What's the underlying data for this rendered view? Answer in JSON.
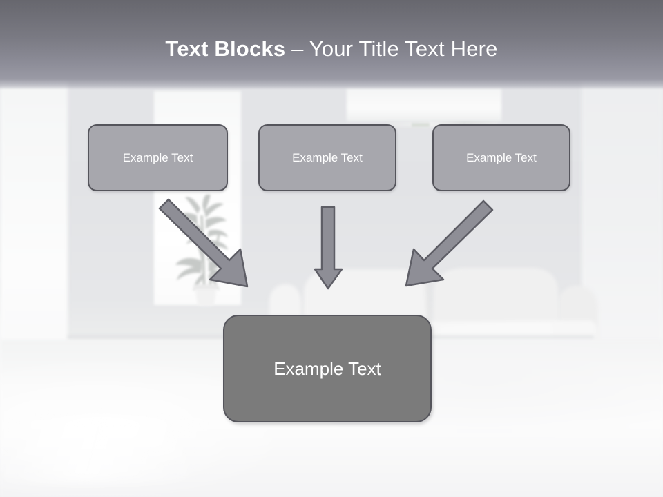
{
  "slide": {
    "title": {
      "bold_part": "Text Blocks ",
      "dash": "– ",
      "light_part": "Your Title Text Here"
    },
    "theme": {
      "header_top_color": "#67676e",
      "header_bottom_color": "#9a9aa5",
      "box_fill": "#a7a7ad",
      "box_border": "#55555c",
      "result_fill": "#7b7b7b",
      "arrow_fill": "#8e8e96",
      "arrow_stroke": "#5e5e66",
      "text_color": "#ffffff",
      "background_color": "#f2f3f4"
    },
    "top_boxes": [
      {
        "label": "Example Text"
      },
      {
        "label": "Example Text"
      },
      {
        "label": "Example Text"
      }
    ],
    "result_box": {
      "label": "Example Text"
    },
    "arrows": [
      {
        "name": "arrow-diagonal-down-right",
        "direction": "down-right"
      },
      {
        "name": "arrow-down",
        "direction": "down"
      },
      {
        "name": "arrow-diagonal-down-left",
        "direction": "down-left"
      }
    ],
    "background": {
      "description": "Blurred white living room interior with sofa and potted plant"
    }
  }
}
